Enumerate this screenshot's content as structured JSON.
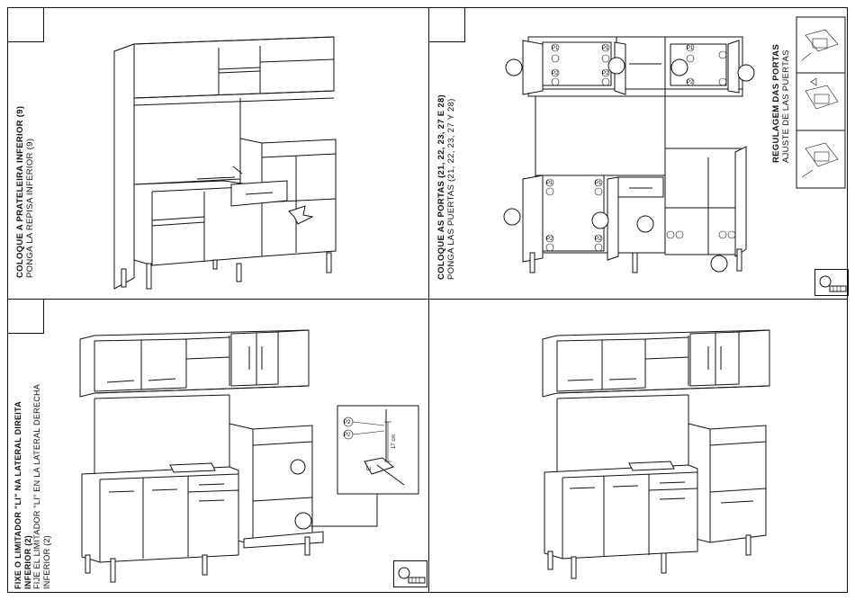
{
  "steps": [
    {
      "title_pt": "COLOQUE A PRATELEIRA INFERIOR (9)",
      "title_es": "PONGA LA REPISA INFERIOR (9)"
    },
    {
      "title_pt": "COLOQUE AS PORTAS (21, 22, 23, 27 E 28)",
      "title_es": "PONGA LAS PUERTAS (21, 22, 23, 27 Y 28)",
      "side_title_pt": "REGULAGEM DAS PORTAS",
      "side_title_es": "AJUSTE DE LAS PUERTAS",
      "part_label_1": "P1",
      "part_label_2": "P2"
    },
    {
      "title_pt_1": "FIXE O LIMITADOR \"LI\" NA LATERAL DIREITA",
      "title_pt_2": "INFERIOR (2)",
      "title_es_1": "FIJE EL LIMITADOR \"LI\" EN LA LATERAL DERECHA",
      "title_es_2": "INFERIOR (2)",
      "detail_p2": "P2",
      "detail_measure": "17 cm",
      "detail_li": "LI"
    },
    {}
  ],
  "icons": [
    "screw-icon",
    "hinge-adjust-icon"
  ]
}
